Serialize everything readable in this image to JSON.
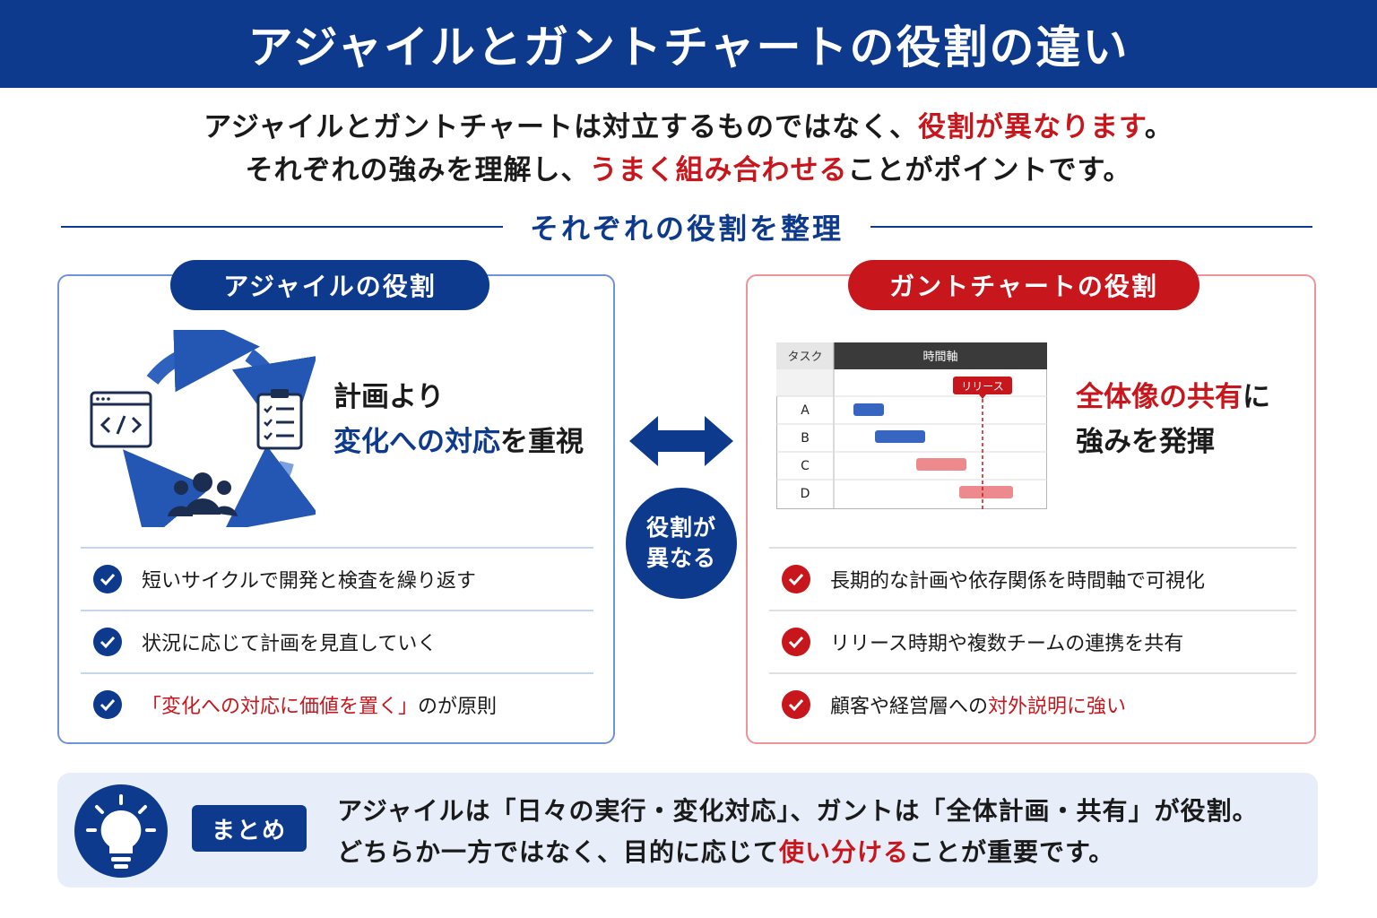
{
  "title": "アジャイルとガントチャートの役割の違い",
  "intro": {
    "line1_a": "アジャイルとガントチャートは対立するものではなく、",
    "line1_b": "役割が異なります",
    "line1_c": "。",
    "line2_a": "それぞれの強みを理解し、",
    "line2_b": "うまく組み合わせる",
    "line2_c": "ことがポイントです。"
  },
  "section_title": "それぞれの役割を整理",
  "agile": {
    "pill": "アジャイルの役割",
    "headline_1": "計画より",
    "headline_2a": "変化への対応",
    "headline_2b": "を重視",
    "items": [
      {
        "text": "短いサイクルで開発と検査を繰り返す"
      },
      {
        "text": "状況に応じて計画を見直していく"
      },
      {
        "text_a": "「変化への対応に価値を置く」",
        "text_b": "のが原則"
      }
    ],
    "icons": [
      "code-window-icon",
      "checklist-icon",
      "team-icon",
      "cycle-arrows-icon"
    ]
  },
  "middle": {
    "line1": "役割が",
    "line2": "異なる"
  },
  "gantt": {
    "pill": "ガントチャートの役割",
    "chart": {
      "task_header": "タスク",
      "time_header": "時間軸",
      "tasks": [
        "A",
        "B",
        "C",
        "D"
      ],
      "release_label": "リリース"
    },
    "headline_1a": "全体像の共有",
    "headline_1b": "に",
    "headline_2": "強みを発揮",
    "items": [
      {
        "text": "長期的な計画や依存関係を時間軸で可視化"
      },
      {
        "text": "リリース時期や複数チームの連携を共有"
      },
      {
        "text_a": "顧客や経営層への",
        "text_b": "対外説明に強い"
      }
    ]
  },
  "summary": {
    "tag": "まとめ",
    "line1": "アジャイルは「日々の実行・変化対応」、ガントは「全体計画・共有」が役割。",
    "line2_a": "どちらか一方ではなく、目的に応じて",
    "line2_b": "使い分ける",
    "line2_c": "ことが重要です。"
  },
  "colors": {
    "navy": "#0d3a8c",
    "red": "#c8161d",
    "summary_bg": "#e8eef9"
  }
}
